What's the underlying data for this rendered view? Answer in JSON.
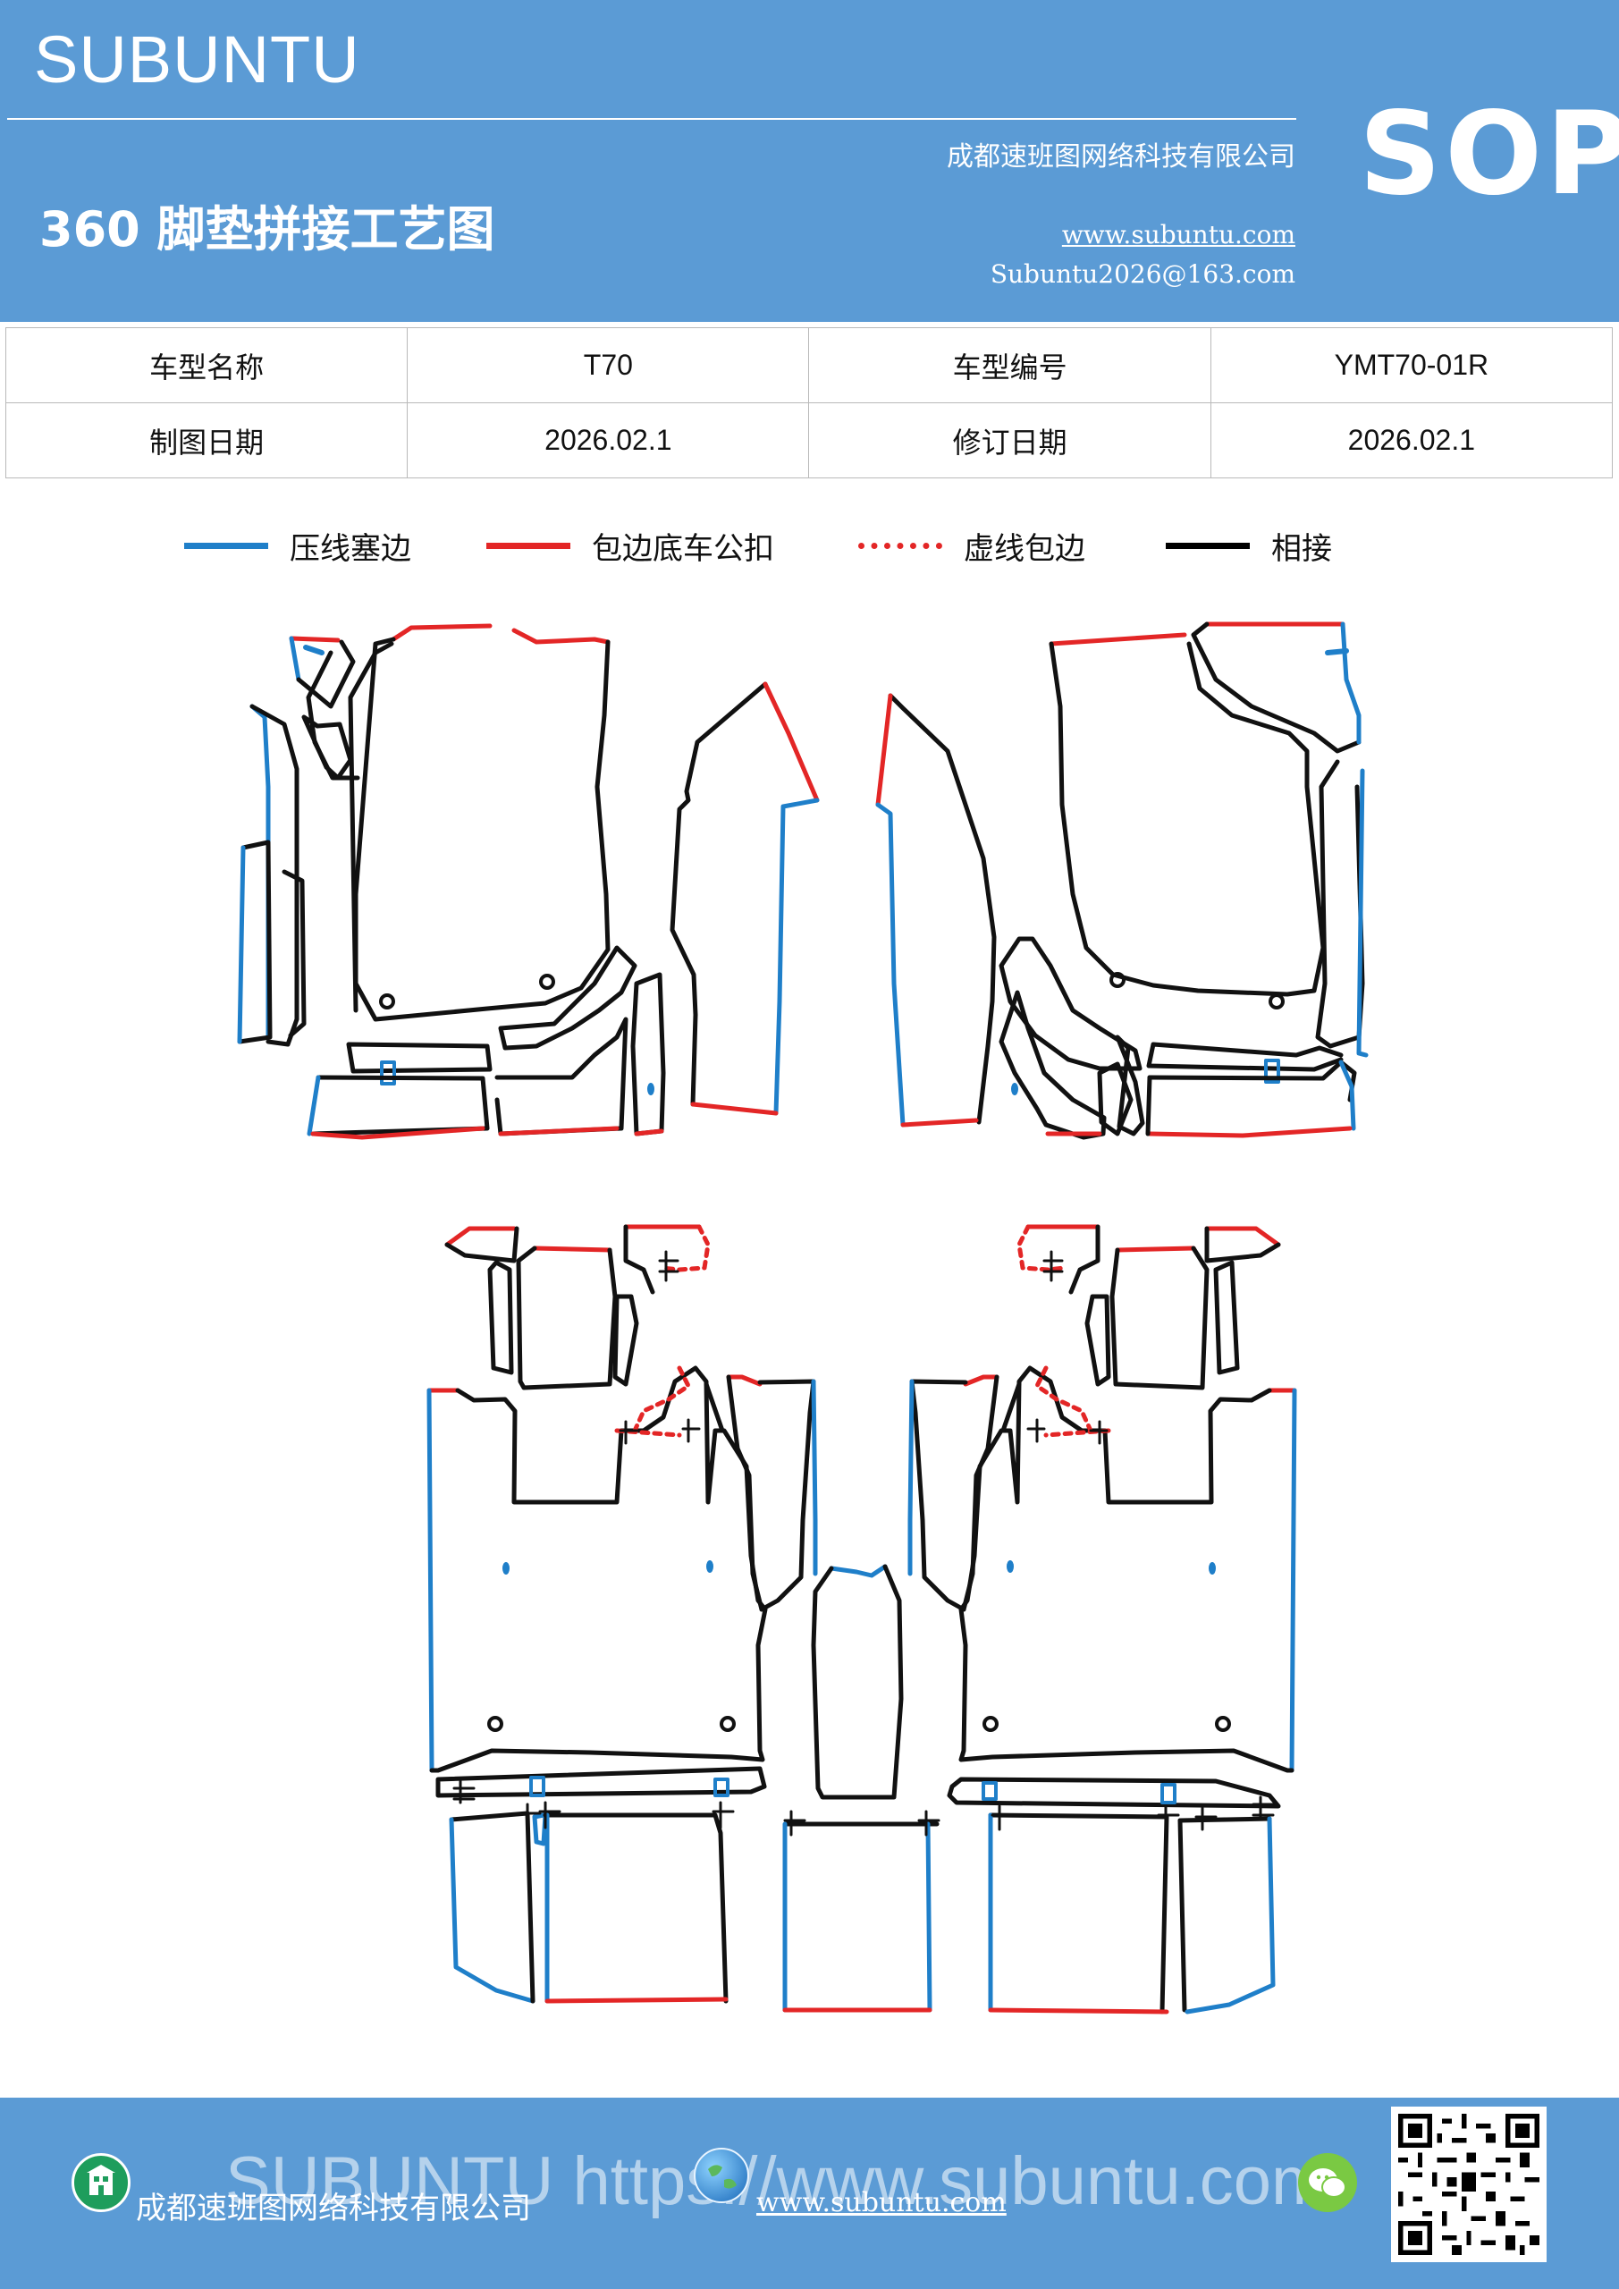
{
  "header": {
    "brand": "SUBUNTU",
    "title": "360 脚垫拼接工艺图",
    "company": "成都速班图网络科技有限公司",
    "website": "www.subuntu.com",
    "email": "Subuntu2026@163.com",
    "badge": "SOP"
  },
  "info_table": {
    "rows": [
      {
        "label1": "车型名称",
        "value1": "T70",
        "label2": "车型编号",
        "value2": "YMT70-01R"
      },
      {
        "label1": "制图日期",
        "value1": "2026.02.1",
        "label2": "修订日期",
        "value2": "2026.02.1"
      }
    ]
  },
  "legend": [
    {
      "label": "压线塞边",
      "color": "#1f7fc9",
      "style": "solid"
    },
    {
      "label": "包边底车公扣",
      "color": "#e32626",
      "style": "solid"
    },
    {
      "label": "虚线包边",
      "color": "#e32626",
      "style": "dotted"
    },
    {
      "label": "相接",
      "color": "#000000",
      "style": "solid"
    }
  ],
  "colors": {
    "header_bg": "#5b9bd5",
    "blue_line": "#1f7fc9",
    "red_line": "#e32626",
    "black_line": "#111111"
  },
  "footer": {
    "watermark": "SUBUNTU https://www.subuntu.com",
    "company": "成都速班图网络科技有限公司",
    "website": "www.subuntu.com",
    "icons": [
      "building-icon",
      "globe-icon",
      "wechat-icon",
      "qr-code"
    ]
  }
}
